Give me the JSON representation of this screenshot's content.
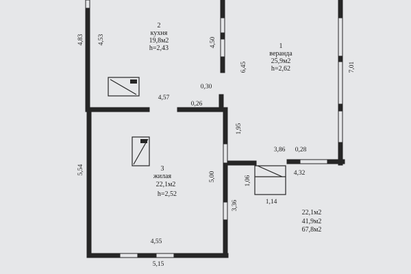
{
  "rooms": {
    "kitchen": {
      "num": "2",
      "name": "кухня",
      "area": "19,8м2",
      "height": "h=2,43"
    },
    "veranda": {
      "num": "1",
      "name": "веранда",
      "area": "25,9м2",
      "height": "h=2,62"
    },
    "living": {
      "num": "3",
      "name": "жилая",
      "area": "22,1м2",
      "height": "h=2,52"
    }
  },
  "dims": {
    "d_4_83": "4,83",
    "d_4_53": "4,53",
    "d_4_50": "4,50",
    "d_6_45": "6,45",
    "d_7_01": "7,01",
    "d_0_30": "0,30",
    "d_4_57": "4,57",
    "d_0_26": "0,26",
    "d_1_95": "1,95",
    "d_3_86": "3,86",
    "d_0_28": "0,28",
    "d_4_32": "4,32",
    "d_5_54": "5,54",
    "d_5_00": "5,00",
    "d_1_06": "1,06",
    "d_1_14": "1,14",
    "d_3_36": "3,36",
    "d_4_55": "4,55",
    "d_5_15": "5,15"
  },
  "totals": [
    "22,1м2",
    "41,9м2",
    "67,8м2"
  ]
}
